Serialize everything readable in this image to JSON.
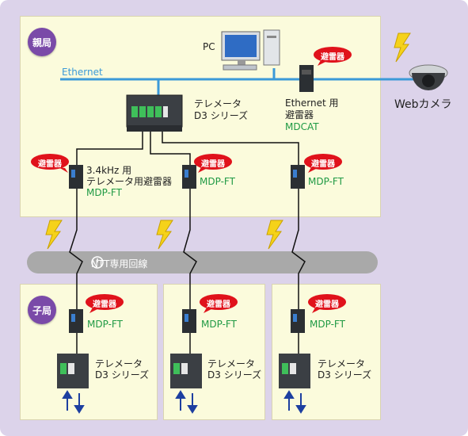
{
  "stations": {
    "master": "親局",
    "slave": "子局"
  },
  "network": {
    "ethernet": "Ethernet",
    "ntt_line": "NTT専用回線"
  },
  "devices": {
    "pc": "PC",
    "web_camera": "Webカメラ",
    "telemeter_line1": "テレメータ",
    "telemeter_line2": "D3 シリーズ",
    "eth_arrester_line1": "Ethernet 用",
    "eth_arrester_line2": "避雷器",
    "eth_arrester_model": "MDCAT",
    "arrester_3_4_line1": "3.4kHz 用",
    "arrester_3_4_line2": "テレメータ用避雷器",
    "arrester_model": "MDP-FT"
  },
  "badge": {
    "arrester": "避雷器"
  },
  "colors": {
    "ethernet": "#3b9ad8",
    "model_text": "#1f9a44",
    "badge": "#e0121b",
    "station_badge": "#7a4aa8",
    "panel": "#fbfbdc",
    "background": "#dcd3ea"
  }
}
